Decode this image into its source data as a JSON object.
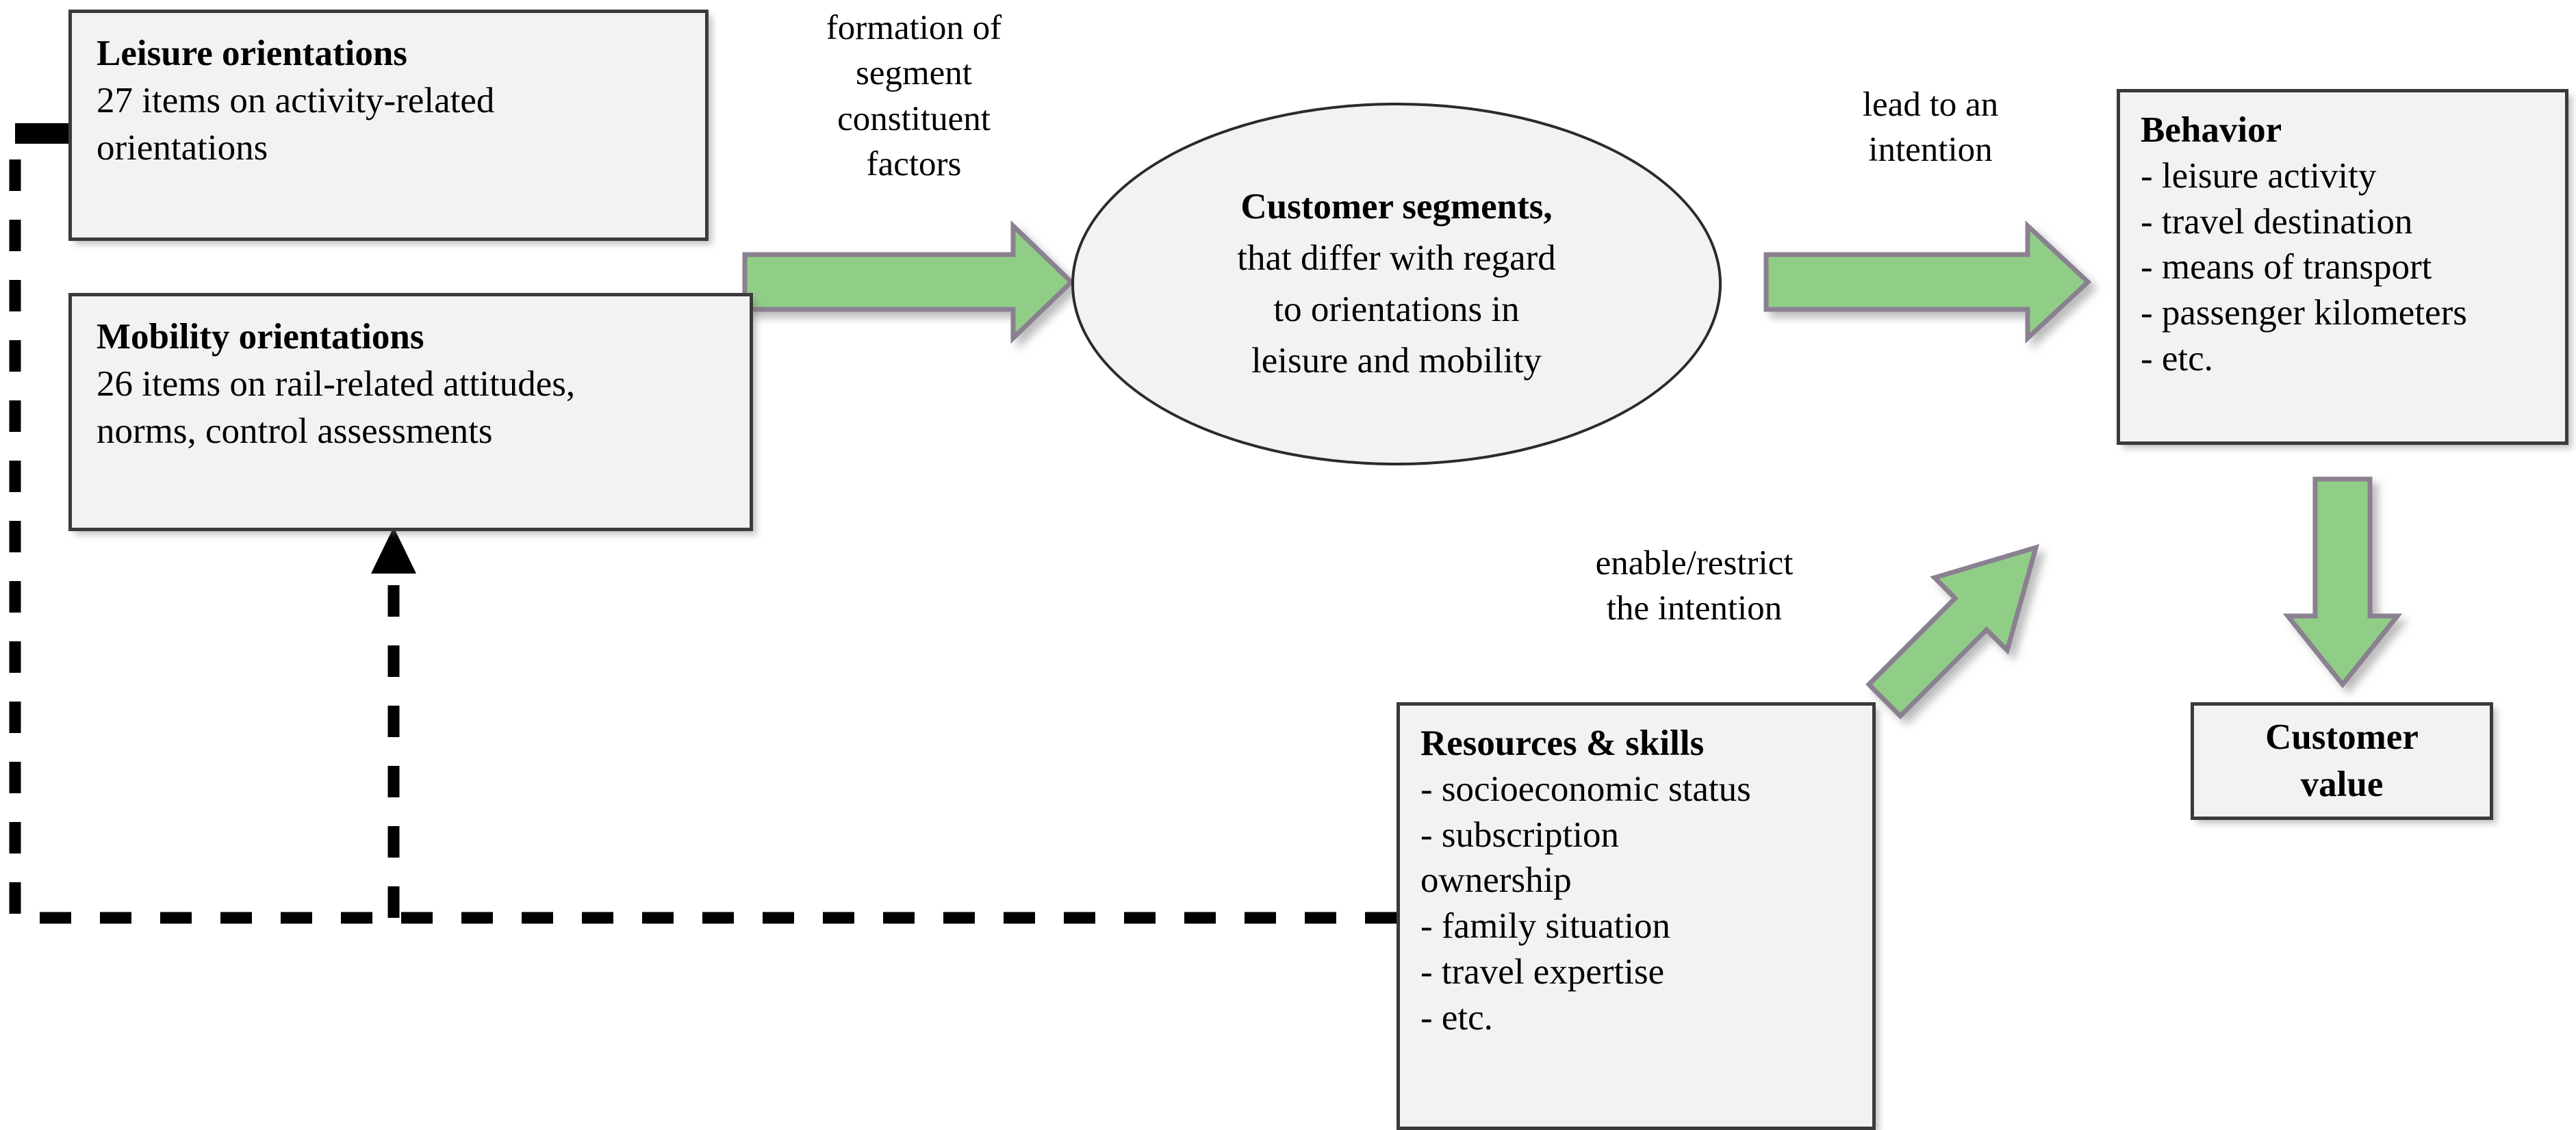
{
  "diagram": {
    "colors": {
      "box_fill": "#F2F2F2",
      "box_border": "#3A3A3A",
      "arrow_green": "#90CE87",
      "arrow_border": "#8A8090",
      "dashed_line": "#000000"
    },
    "boxes": {
      "leisure": {
        "title": "Leisure orientations",
        "lines": [
          "27 items on activity-related",
          "orientations"
        ]
      },
      "mobility": {
        "title": "Mobility orientations",
        "lines": [
          "26 items on rail-related attitudes,",
          "norms, control assessments"
        ]
      },
      "behavior": {
        "title": "Behavior",
        "lines": [
          "- leisure activity",
          "- travel destination",
          "- means of transport",
          "- passenger kilometers",
          "- etc."
        ]
      },
      "resources": {
        "title": "Resources & skills",
        "lines": [
          "- socioeconomic status",
          "- subscription",
          "ownership",
          "- family situation",
          "- travel expertise",
          "- etc."
        ]
      },
      "customer_value": {
        "line1": "Customer",
        "line2": "value"
      }
    },
    "ellipse": {
      "title": "Customer segments,",
      "lines": [
        "that differ with regard",
        "to orientations in",
        "leisure and mobility"
      ]
    },
    "labels": {
      "formation": "formation of segment constituent factors",
      "formation_lines": [
        "formation of",
        "segment",
        "constituent",
        "factors"
      ],
      "lead_to": "lead to an intention",
      "lead_to_lines": [
        "lead to an",
        "intention"
      ],
      "enable": "enable/restrict the intention",
      "enable_lines": [
        "enable/restrict",
        "the intention"
      ]
    },
    "arrows": {
      "formation_arrow": "green-right-arrow",
      "lead_arrow": "green-right-arrow",
      "enable_arrow": "green-diagonal-up-right-arrow",
      "value_arrow": "green-down-arrow",
      "feedback_behavior_to_leisure": "dashed-feedback-arrow",
      "feedback_to_mobility": "dashed-up-arrow"
    }
  }
}
